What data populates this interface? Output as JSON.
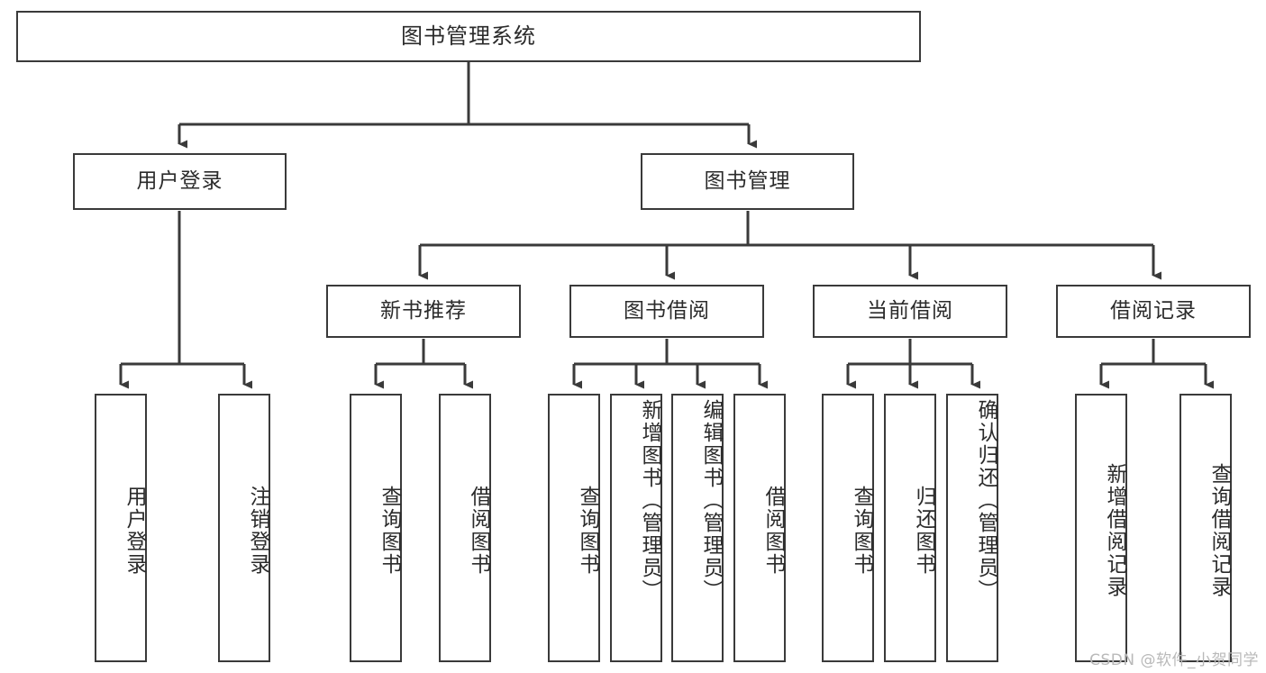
{
  "diagram": {
    "title": "图书管理系统",
    "watermark": "CSDN @软件_小贺同学",
    "colors": {
      "box_border": "#3a3a3a",
      "text": "#2b2b2b",
      "background": "#ffffff",
      "connector": "#3a3a3a",
      "watermark": "#b9b9b9"
    },
    "levels": {
      "root": "图书管理系统",
      "level2": [
        {
          "label": "用户登录"
        },
        {
          "label": "图书管理"
        }
      ],
      "level3": [
        {
          "label": "新书推荐"
        },
        {
          "label": "图书借阅"
        },
        {
          "label": "当前借阅"
        },
        {
          "label": "借阅记录"
        }
      ]
    },
    "leaves": {
      "user_login": [
        {
          "label": "用户登录"
        },
        {
          "label": "注销登录"
        }
      ],
      "new_book_recommend": [
        {
          "label": "查询图书"
        },
        {
          "label": "借阅图书"
        }
      ],
      "book_borrow": [
        {
          "label": "查询图书"
        },
        {
          "label": "新增图书（管理员）"
        },
        {
          "label": "编辑图书（管理员）"
        },
        {
          "label": "借阅图书"
        }
      ],
      "current_borrow": [
        {
          "label": "查询图书"
        },
        {
          "label": "归还图书"
        },
        {
          "label": "确认归还（管理员）"
        }
      ],
      "borrow_records": [
        {
          "label": "新增借阅记录"
        },
        {
          "label": "查询借阅记录"
        }
      ]
    }
  }
}
